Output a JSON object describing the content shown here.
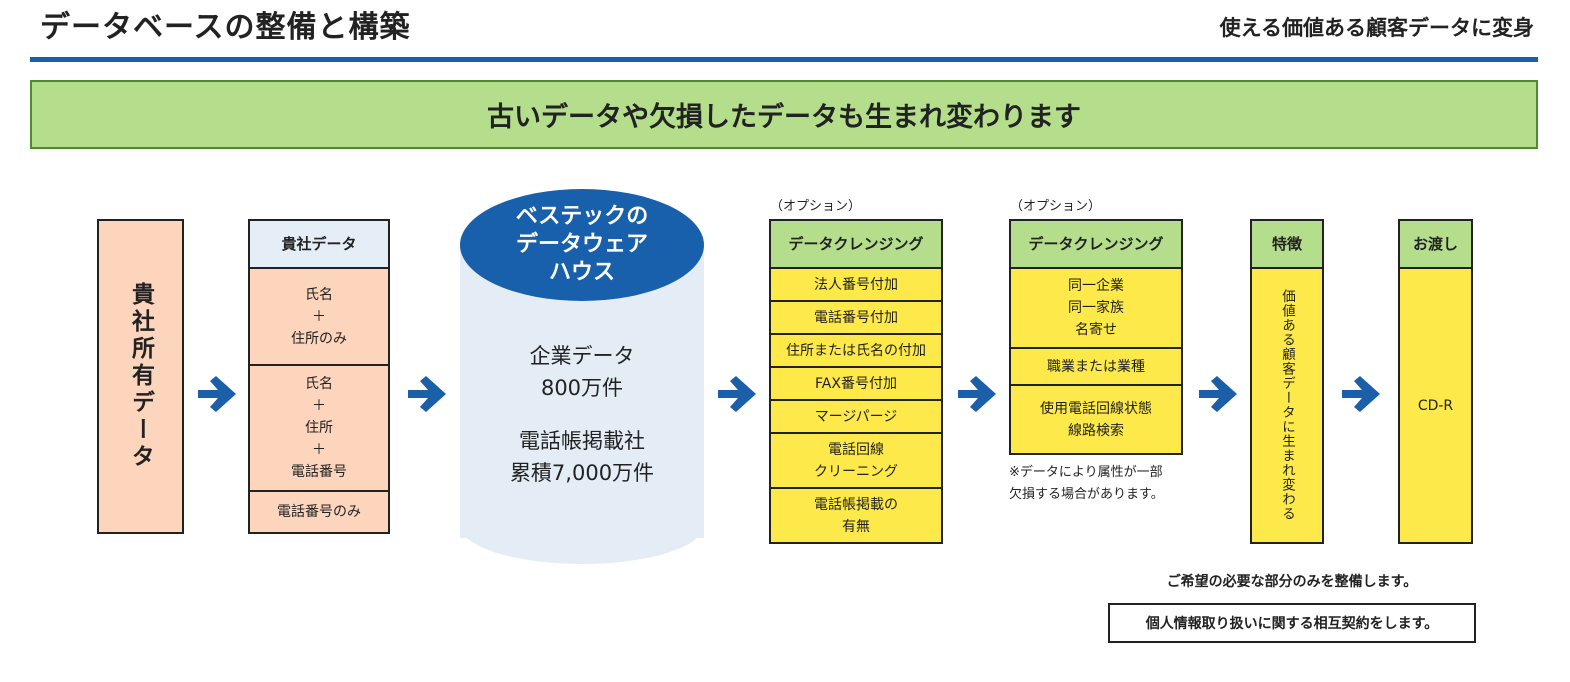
{
  "header": {
    "title": "データベースの整備と構築",
    "subtitle": "使える価値ある顧客データに変身"
  },
  "banner": "古いデータや欠損したデータも生まれ変わります",
  "colors": {
    "accent_blue": "#1a5fa8",
    "banner_green": "#b5de8c",
    "peach": "#fdd5bd",
    "yellow": "#fde94a",
    "light_blue": "#e5eef7"
  },
  "owned_data": {
    "label": "貴社所有データ"
  },
  "company_data": {
    "header": "貴社データ",
    "cells": [
      "氏名\n＋\n住所のみ",
      "氏名\n＋\n住所\n＋\n電話番号",
      "電話番号のみ"
    ]
  },
  "warehouse": {
    "title": "ベステックの\nデータウェア\nハウス",
    "stat1": "企業データ\n800万件",
    "stat2": "電話帳掲載社\n累積7,000万件"
  },
  "cleansing1": {
    "note": "（オプション）",
    "header": "データクレンジング",
    "items": [
      "法人番号付加",
      "電話番号付加",
      "住所または氏名の付加",
      "FAX番号付加",
      "マージパージ",
      "電話回線\nクリーニング",
      "電話帳掲載の\n有無"
    ]
  },
  "cleansing2": {
    "note": "（オプション）",
    "header": "データクレンジング",
    "items": [
      "同一企業\n同一家族\n名寄せ",
      "職業または業種",
      "使用電話回線状態\n線路検索"
    ],
    "footnote": "※データにより属性が一部\n欠損する場合があります。"
  },
  "feature": {
    "header": "特徴",
    "text": "価値ある顧客データに生まれ変わる"
  },
  "delivery": {
    "header": "お渡し",
    "medium": "CD-R"
  },
  "arrow_icon": "arrow-right-icon",
  "notes": {
    "line1": "ご希望の必要な部分のみを整備します。",
    "line2": "個人情報取り扱いに関する相互契約をします。"
  }
}
